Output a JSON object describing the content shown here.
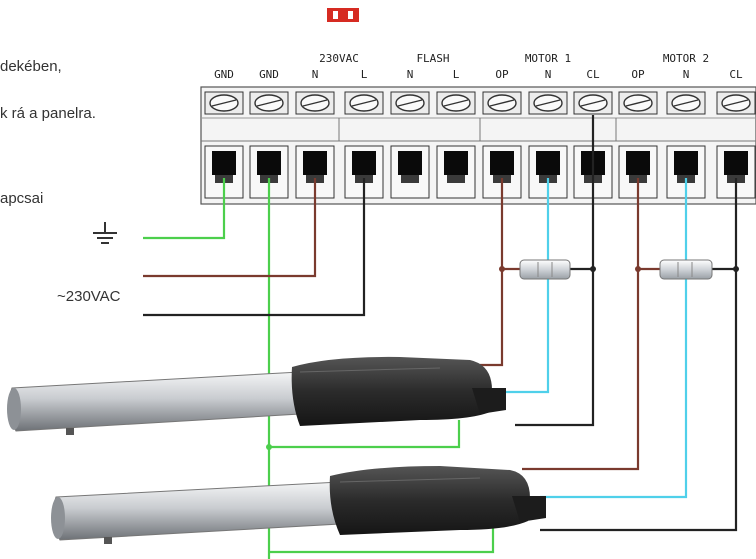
{
  "notes": [
    "dekében,",
    "k rá a panelra.",
    "apcsai"
  ],
  "ground_symbol": "ground-icon",
  "supply_label": "~230VAC",
  "terminal_groups": [
    {
      "label": ""
    },
    {
      "label": "230VAC"
    },
    {
      "label": "FLASH"
    },
    {
      "label": "MOTOR 1"
    },
    {
      "label": "MOTOR 2"
    }
  ],
  "terminals": [
    "GND",
    "GND",
    "N",
    "L",
    "N",
    "L",
    "OP",
    "N",
    "CL",
    "OP",
    "N",
    "CL"
  ],
  "colors": {
    "ground_wire": "#4ccf4c",
    "live_wire": "#7a3a2e",
    "neutral_wire": "#222222",
    "motor_n_wire": "#4fd0ea",
    "fuse_marker": "#d62b22",
    "actuator_tube": "#c9ccd0",
    "actuator_body": "#2b2b2b"
  },
  "actuators": [
    {
      "name": ""
    },
    {
      "name": ""
    }
  ],
  "capacitors": [
    {
      "name": ""
    },
    {
      "name": ""
    }
  ]
}
